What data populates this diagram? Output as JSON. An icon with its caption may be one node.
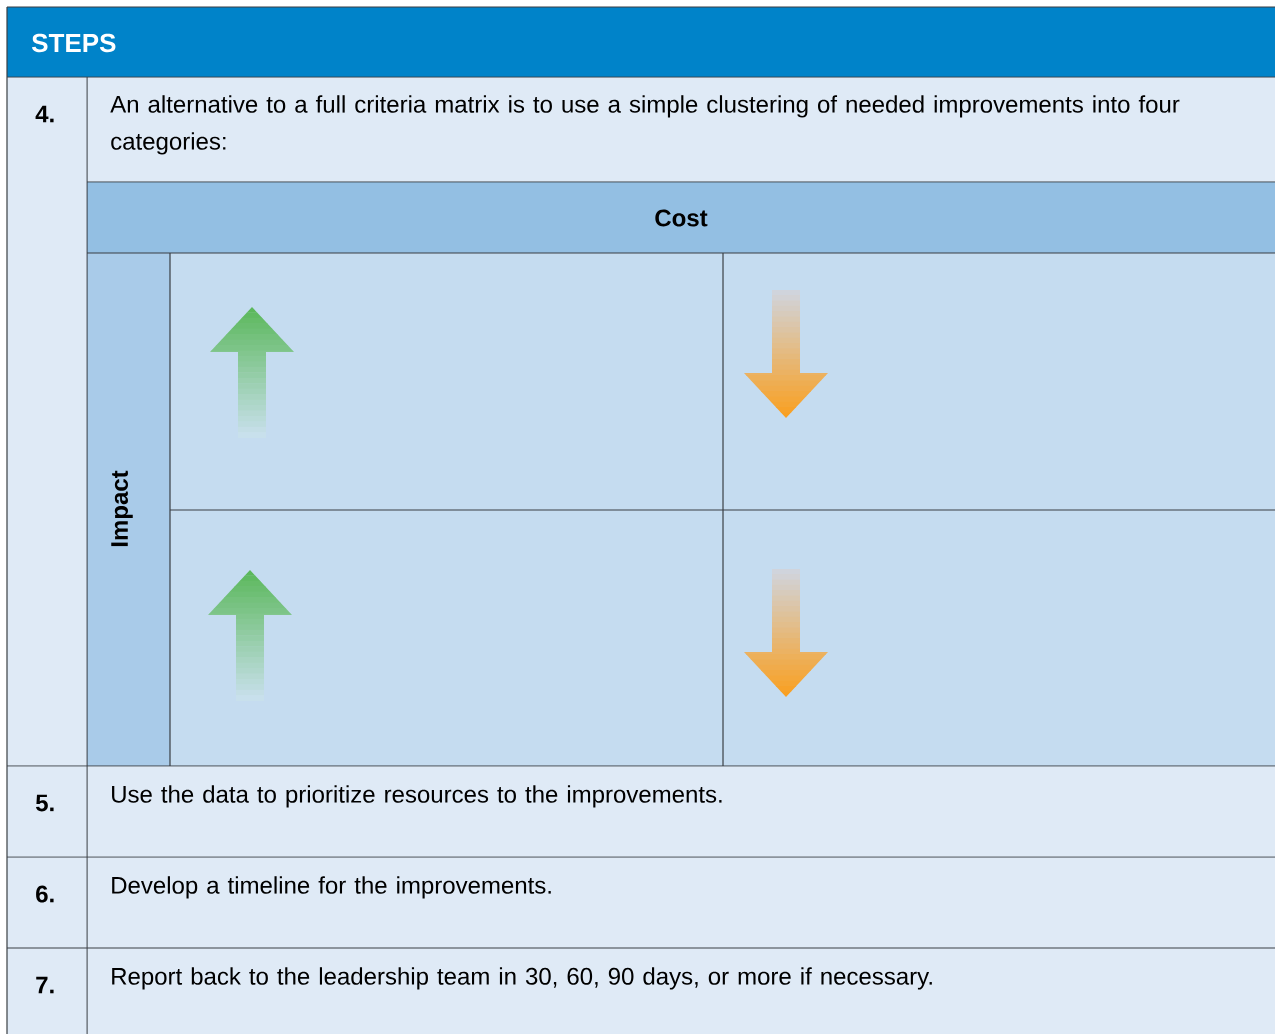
{
  "diagram": {
    "title": "STEPS",
    "labels": [
      "4.",
      "An alternative to a full criteria matrix is to use a simple clustering of needed improvements into four categories:",
      "Cost",
      "Impact",
      "5.",
      "Use the data to prioritize resources to the improvements.",
      "6.",
      "Develop a timeline for the improvements.",
      "7.",
      "Report back to the leadership team in 30, 60, 90 days, or more if necessary."
    ]
  }
}
